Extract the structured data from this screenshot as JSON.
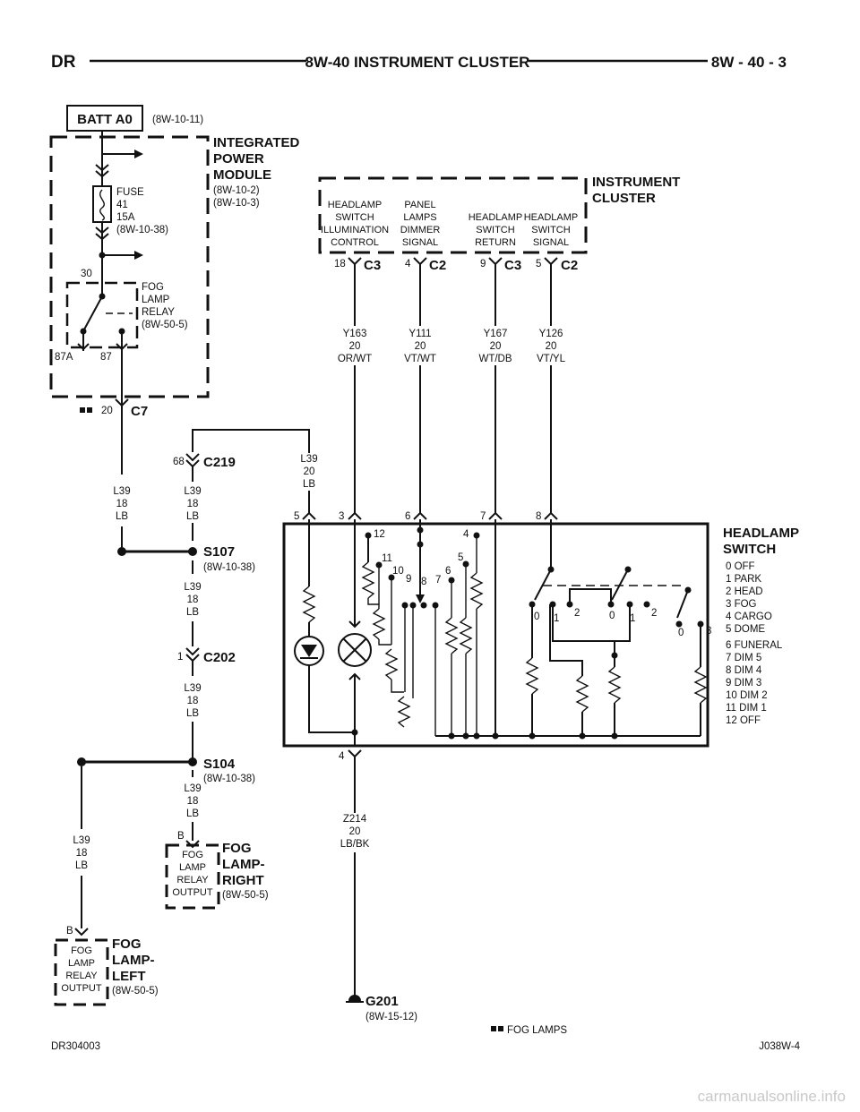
{
  "header": {
    "left": "DR",
    "title": "8W-40 INSTRUMENT CLUSTER",
    "right": "8W - 40 - 3"
  },
  "batt": {
    "label": "BATT A0",
    "ref": "(8W-10-11)"
  },
  "ipm": {
    "title": [
      "INTEGRATED",
      "POWER",
      "MODULE"
    ],
    "refs": [
      "(8W-10-2)",
      "(8W-10-3)"
    ]
  },
  "fuse": [
    "FUSE",
    "41",
    "15A",
    "(8W-10-38)"
  ],
  "relay": {
    "text": [
      "FOG",
      "LAMP",
      "RELAY",
      "(8W-50-5)"
    ],
    "pin30": "30",
    "pin87a": "87A",
    "pin87": "87"
  },
  "c7": {
    "pin": "20",
    "name": "C7"
  },
  "cluster": {
    "title": [
      "INSTRUMENT",
      "CLUSTER"
    ],
    "funcs": [
      [
        "HEADLAMP",
        "SWITCH",
        "ILLUMINATION",
        "CONTROL"
      ],
      [
        "PANEL",
        "LAMPS",
        "DIMMER",
        "SIGNAL"
      ],
      [
        "HEADLAMP",
        "SWITCH",
        "RETURN"
      ],
      [
        "HEADLAMP",
        "SWITCH",
        "SIGNAL"
      ]
    ],
    "pins": [
      {
        "pin": "18",
        "conn": "C3"
      },
      {
        "pin": "4",
        "conn": "C2"
      },
      {
        "pin": "9",
        "conn": "C3"
      },
      {
        "pin": "5",
        "conn": "C2"
      }
    ]
  },
  "wires": {
    "y163": [
      "Y163",
      "20",
      "OR/WT"
    ],
    "y111": [
      "Y111",
      "20",
      "VT/WT"
    ],
    "y167": [
      "Y167",
      "20",
      "WT/DB"
    ],
    "y126": [
      "Y126",
      "20",
      "VT/YL"
    ],
    "l39_20": [
      "L39",
      "20",
      "LB"
    ],
    "l39_a": [
      "L39",
      "18",
      "LB"
    ],
    "l39_b": [
      "L39",
      "18",
      "LB"
    ],
    "l39_c": [
      "L39",
      "18",
      "LB"
    ],
    "l39_d": [
      "L39",
      "18",
      "LB"
    ],
    "l39_e": [
      "L39",
      "18",
      "LB"
    ],
    "l39_f": [
      "L39",
      "18",
      "LB"
    ],
    "z214": [
      "Z214",
      "20",
      "LB/BK"
    ]
  },
  "c219": {
    "pin": "68",
    "name": "C219"
  },
  "s107": {
    "name": "S107",
    "ref": "(8W-10-38)"
  },
  "c202": {
    "pin": "1",
    "name": "C202"
  },
  "s104": {
    "name": "S104",
    "ref": "(8W-10-38)"
  },
  "hs": {
    "title": [
      "HEADLAMP",
      "SWITCH"
    ],
    "positions": [
      "0 OFF",
      "1 PARK",
      "2 HEAD",
      "3 FOG",
      "4 CARGO",
      "5 DOME",
      "6 FUNERAL",
      "7 DIM 5",
      "8 DIM 4",
      "9 DIM 3",
      "10 DIM 2",
      "11 DIM 1",
      "12 OFF"
    ],
    "top_pins": [
      "5",
      "3",
      "6",
      "7",
      "8"
    ],
    "bottom_pin": "4",
    "dimmer_nums": [
      "12",
      "11",
      "10",
      "9",
      "8",
      "7",
      "6",
      "5",
      "4"
    ],
    "switch_nums": [
      "0",
      "1",
      "2",
      "0",
      "1",
      "2",
      "0",
      "3"
    ]
  },
  "fog_right": {
    "pin": "B",
    "box": [
      "FOG",
      "LAMP",
      "RELAY",
      "OUTPUT"
    ],
    "title": [
      "FOG",
      "LAMP-",
      "RIGHT"
    ],
    "ref": "(8W-50-5)"
  },
  "fog_left": {
    "pin": "B",
    "box": [
      "FOG",
      "LAMP",
      "RELAY",
      "OUTPUT"
    ],
    "title": [
      "FOG",
      "LAMP-",
      "LEFT"
    ],
    "ref": "(8W-50-5)"
  },
  "g201": {
    "name": "G201",
    "ref": "(8W-15-12)"
  },
  "legend": "FOG LAMPS",
  "footer": {
    "left": "DR304003",
    "right": "J038W-4"
  },
  "watermark": "carmanualsonline.info"
}
